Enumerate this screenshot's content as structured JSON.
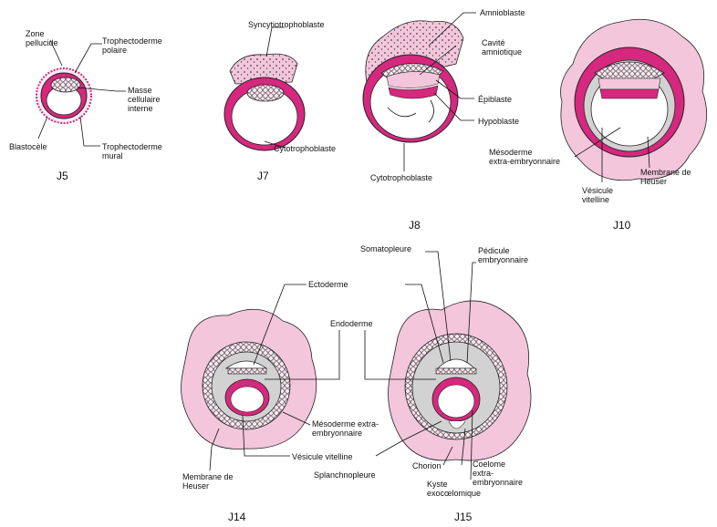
{
  "stages": {
    "j5": "J5",
    "j7": "J7",
    "j8": "J8",
    "j10": "J10",
    "j14": "J14",
    "j15": "J15"
  },
  "labels": {
    "zone_pellucide": "Zone\npellucide",
    "trophectoderme_polaire": "Trophectoderme\npolaire",
    "masse_cellulaire_interne": "Masse\ncellulaire\ninterne",
    "blastocele": "Blastocèle",
    "trophectoderme_mural": "Trophectoderme\nmural",
    "syncytiotrophoblaste": "Syncytiotrophoblaste",
    "cytotrophoblaste_j7": "Cytotrophoblaste",
    "amnioblaste": "Amnioblaste",
    "cavite_amniotique": "Cavité\namniotique",
    "epiblaste": "Épiblaste",
    "hypoblaste": "Hypoblaste",
    "cytotrophoblaste_j8": "Cytotrophoblaste",
    "mesoderme_extra_j10": "Mésoderme\nextra-embryonnaire",
    "membrane_heuser_j10": "Membrane de\nHeuser",
    "vesicule_vitelline_j10": "Vésicule\nvitelline",
    "ectoderme": "Ectoderme",
    "endoderme": "Endoderme",
    "mesoderme_extra_j14": "Mésoderme extra-\nembryonnaire",
    "vesicule_vitelline_j14": "Vésicule vitelline",
    "membrane_heuser_j14": "Membrane de\nHeuser",
    "somatopleure": "Somatopleure",
    "pedicule": "Pédicule\nembryonnaire",
    "splanchnopleure": "Splanchnopleure",
    "chorion": "Chorion",
    "coelome": "Coelome\nextra-\nembryonnaire",
    "kyste": "Kyste\nexocœlomique"
  },
  "colors": {
    "magenta": "#d6287e",
    "pink": "#f3c6dc",
    "light_pink": "#f9dbe9",
    "grey": "#d2d2d2",
    "line": "#111111"
  }
}
